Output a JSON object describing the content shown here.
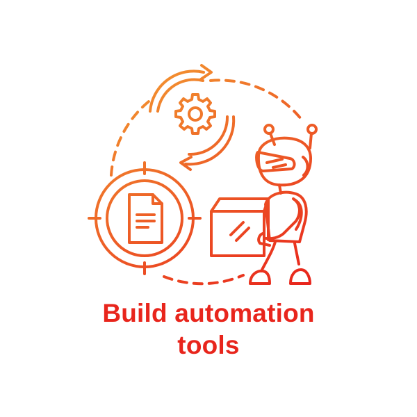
{
  "caption": {
    "line1": "Build automation",
    "line2": "tools"
  },
  "colors": {
    "text": "#e8251c",
    "gradient_light": "#f28f2e",
    "gradient_dark": "#e8251c"
  },
  "icons": [
    "dashed-circle-path",
    "circular-arrows-gear-icon",
    "document-target-icon",
    "robot-icon",
    "box-icon"
  ]
}
